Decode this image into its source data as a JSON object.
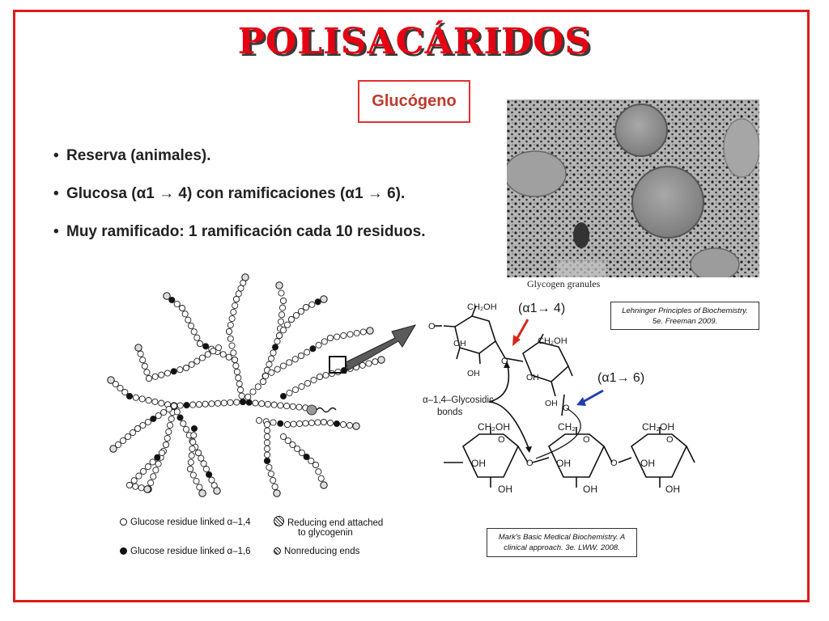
{
  "title": "POLISACÁRIDOS",
  "boxed_heading": "Glucógeno",
  "bullets": [
    "Reserva (animales).",
    "Glucosa (α1 → 4) con ramificaciones (α1 → 6).",
    "Muy ramificado: 1 ramificación cada 10 residuos."
  ],
  "micrograph_caption": "Glycogen granules",
  "references": {
    "lehninger_line1": "Lehninger Principles of Biochemistry.",
    "lehninger_line2": "5e. Freeman 2009.",
    "marks_line1": "Mark's Basic Medical Biochemistry. A",
    "marks_line2": "clinical approach. 3e. LWW. 2008."
  },
  "structure_labels": {
    "a14": "(α1→ 4)",
    "a16": "(α1→ 6)",
    "bond_label_line1": "α–1,4–Glycosidic",
    "bond_label_line2": "bonds",
    "ch2oh": "CH₂OH",
    "ch2": "CH₂",
    "oh": "OH",
    "o": "O"
  },
  "legend": {
    "open_circle": "Glucose residue linked α–1,4",
    "filled_circle": "Glucose residue linked α–1,6",
    "reducing_line1": "Reducing end attached",
    "reducing_line2": "to glycogenin",
    "nonreducing": "Nonreducing ends"
  },
  "colors": {
    "title": "#e60012",
    "frame": "#e01b1b",
    "arrow_a14": "#d42a1c",
    "arrow_a16": "#1f3fb0"
  }
}
